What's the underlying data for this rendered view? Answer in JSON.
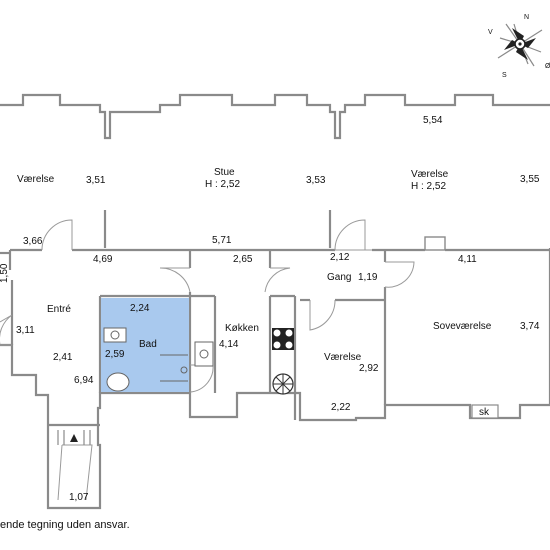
{
  "compass": {
    "n": "N",
    "s": "S",
    "v": "V",
    "o": "Ø"
  },
  "rooms": {
    "vaerelse_left": {
      "name": "Værelse",
      "dims": [
        "3,51",
        "3,66",
        "4,69"
      ]
    },
    "stue": {
      "name": "Stue",
      "height": "H : 2,52",
      "dims": [
        "3,53",
        "5,71"
      ]
    },
    "vaerelse_right": {
      "name": "Værelse",
      "height": "H : 2,52",
      "dims": [
        "5,54",
        "3,55",
        "4,11"
      ]
    },
    "entre": {
      "name": "Entré",
      "dims": [
        "3,11",
        "2,41",
        "6,94",
        "1,07",
        "1,50"
      ]
    },
    "bad": {
      "name": "Bad",
      "dims": [
        "2,24",
        "2,59"
      ]
    },
    "koekken": {
      "name": "Køkken",
      "dims": [
        "2,65",
        "4,14"
      ]
    },
    "gang": {
      "name": "Gang",
      "dims": [
        "2,12",
        "1,19"
      ]
    },
    "vaerelse_small": {
      "name": "Værelse",
      "dims": [
        "2,92",
        "2,22"
      ]
    },
    "sovevaerelse": {
      "name": "Soveværelse",
      "dims": [
        "3,74"
      ],
      "closet": "sk"
    }
  },
  "colors": {
    "bathroom": "#a9c9ee",
    "walls": "#8a8a8a"
  },
  "disclaimer": "ende tegning uden ansvar."
}
